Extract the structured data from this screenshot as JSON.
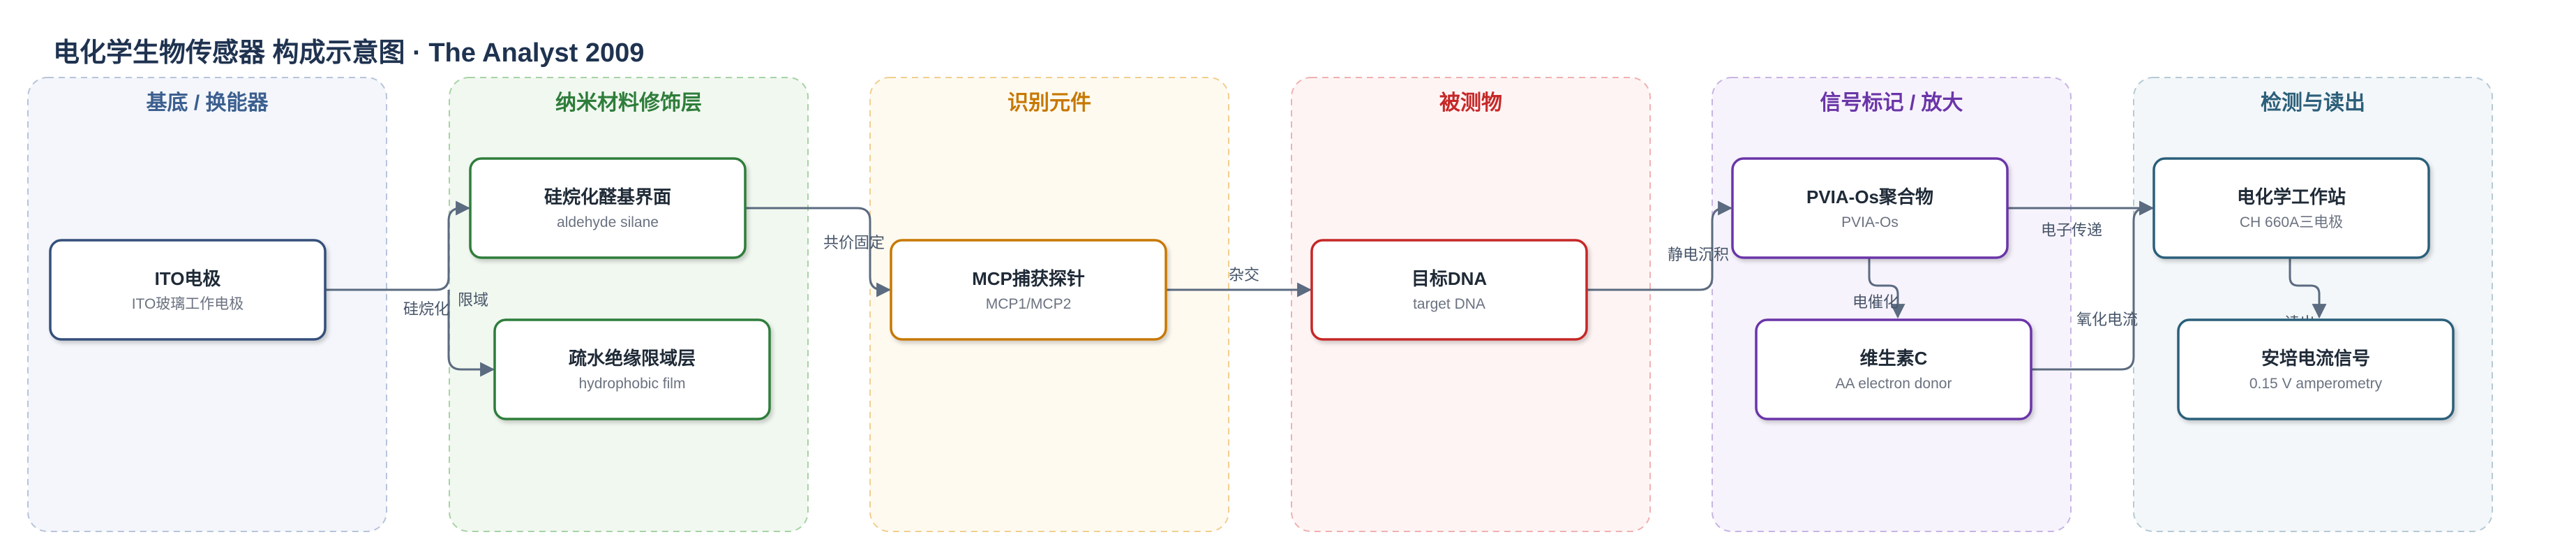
{
  "title": "电化学生物传感器 构成示意图 · The Analyst 2009",
  "lanes": [
    {
      "id": "substrate",
      "label": "基底 / 换能器",
      "color": "#3b5f8f",
      "fill": "#f4f6fb",
      "stroke": "#b8c4da"
    },
    {
      "id": "nano",
      "label": "纳米材料修饰层",
      "color": "#2e7d3a",
      "fill": "#f1f8f0",
      "stroke": "#a7d3a5"
    },
    {
      "id": "recog",
      "label": "识别元件",
      "color": "#c77800",
      "fill": "#fffaf0",
      "stroke": "#f0cf8f"
    },
    {
      "id": "analyte",
      "label": "被测物",
      "color": "#c62828",
      "fill": "#fff4f4",
      "stroke": "#f0b1b1"
    },
    {
      "id": "signal",
      "label": "信号标记 / 放大",
      "color": "#6a35a8",
      "fill": "#f7f3fc",
      "stroke": "#c7b5e4"
    },
    {
      "id": "detect",
      "label": "检测与读出",
      "color": "#2c5f7a",
      "fill": "#f3f7f9",
      "stroke": "#b6cad5"
    }
  ],
  "nodes": [
    {
      "id": "ito",
      "title": "ITO电极",
      "sub": "ITO玻璃工作电极",
      "border": "#34507a"
    },
    {
      "id": "ald",
      "title": "硅烷化醛基界面",
      "sub": "aldehyde silane",
      "border": "#2e7d3a"
    },
    {
      "id": "hyd",
      "title": "疏水绝缘限域层",
      "sub": "hydrophobic film",
      "border": "#2e7d3a"
    },
    {
      "id": "mcp",
      "title": "MCP捕获探针",
      "sub": "MCP1/MCP2",
      "border": "#c77800"
    },
    {
      "id": "dna",
      "title": "目标DNA",
      "sub": "target DNA",
      "border": "#c62828"
    },
    {
      "id": "pvia",
      "title": "PVIA-Os聚合物",
      "sub": "PVIA-Os",
      "border": "#6a35a8"
    },
    {
      "id": "vitc",
      "title": "维生素C",
      "sub": "AA electron donor",
      "border": "#6a35a8"
    },
    {
      "id": "chi",
      "title": "电化学工作站",
      "sub": "CH 660A三电极",
      "border": "#2c5f7a"
    },
    {
      "id": "amp",
      "title": "安培电流信号",
      "sub": "0.15 V amperometry",
      "border": "#2c5f7a"
    }
  ],
  "edges": [
    {
      "from": "ito",
      "to": "ald",
      "label": "硅烷化"
    },
    {
      "from": "ito",
      "to": "hyd",
      "label": "限域"
    },
    {
      "from": "ald",
      "to": "mcp",
      "label": "共价固定"
    },
    {
      "from": "mcp",
      "to": "dna",
      "label": "杂交"
    },
    {
      "from": "dna",
      "to": "pvia",
      "label": "静电沉积"
    },
    {
      "from": "pvia",
      "to": "chi",
      "label": "电子传递"
    },
    {
      "from": "pvia",
      "to": "vitc",
      "label": "电催化"
    },
    {
      "from": "vitc",
      "to": "chi",
      "label": "氧化电流"
    },
    {
      "from": "chi",
      "to": "amp",
      "label": "读出"
    }
  ]
}
